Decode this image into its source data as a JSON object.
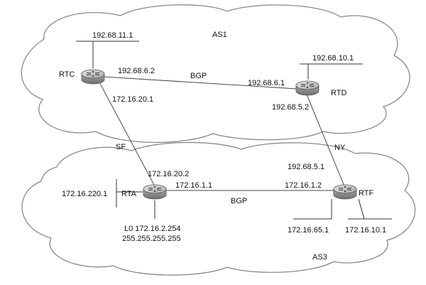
{
  "as_labels": {
    "as1": "AS1",
    "as3": "AS3"
  },
  "routers": {
    "rtc": "RTC",
    "rtd": "RTD",
    "rta": "RTA",
    "rtf": "RTF"
  },
  "links": {
    "sf": "SF",
    "ny": "NY",
    "bgp_top": "BGP",
    "bgp_bottom": "BGP"
  },
  "addresses": {
    "rtc_lan": "192.68.11.1",
    "rtc_to_rtd": "192.68.6.2",
    "rtc_to_rta": "172.16.20.1",
    "rtd_lan": "192.68.10.1",
    "rtd_to_rtc": "192.68.6.1",
    "rtd_to_rtf": "192.68.5.2",
    "rta_lan": "172.16.220.1",
    "rta_to_rtc": "172.16.20.2",
    "rta_to_rtf": "172.16.1.1",
    "rta_loopback_1": "L0 172.16.2.254",
    "rta_loopback_2": "255.255.255.255",
    "rtf_to_rtd": "192.68.5.1",
    "rtf_to_rta": "172.16.1.2",
    "rtf_lan1": "172.16.65.1",
    "rtf_lan2": "172.16.10.1"
  },
  "colors": {
    "router_top": "#c9c9c9",
    "router_body": "#8e8e8e",
    "cloud_stroke": "#8a8a8a",
    "line": "#4a4a4a"
  },
  "icons": {
    "router": "router-icon"
  }
}
